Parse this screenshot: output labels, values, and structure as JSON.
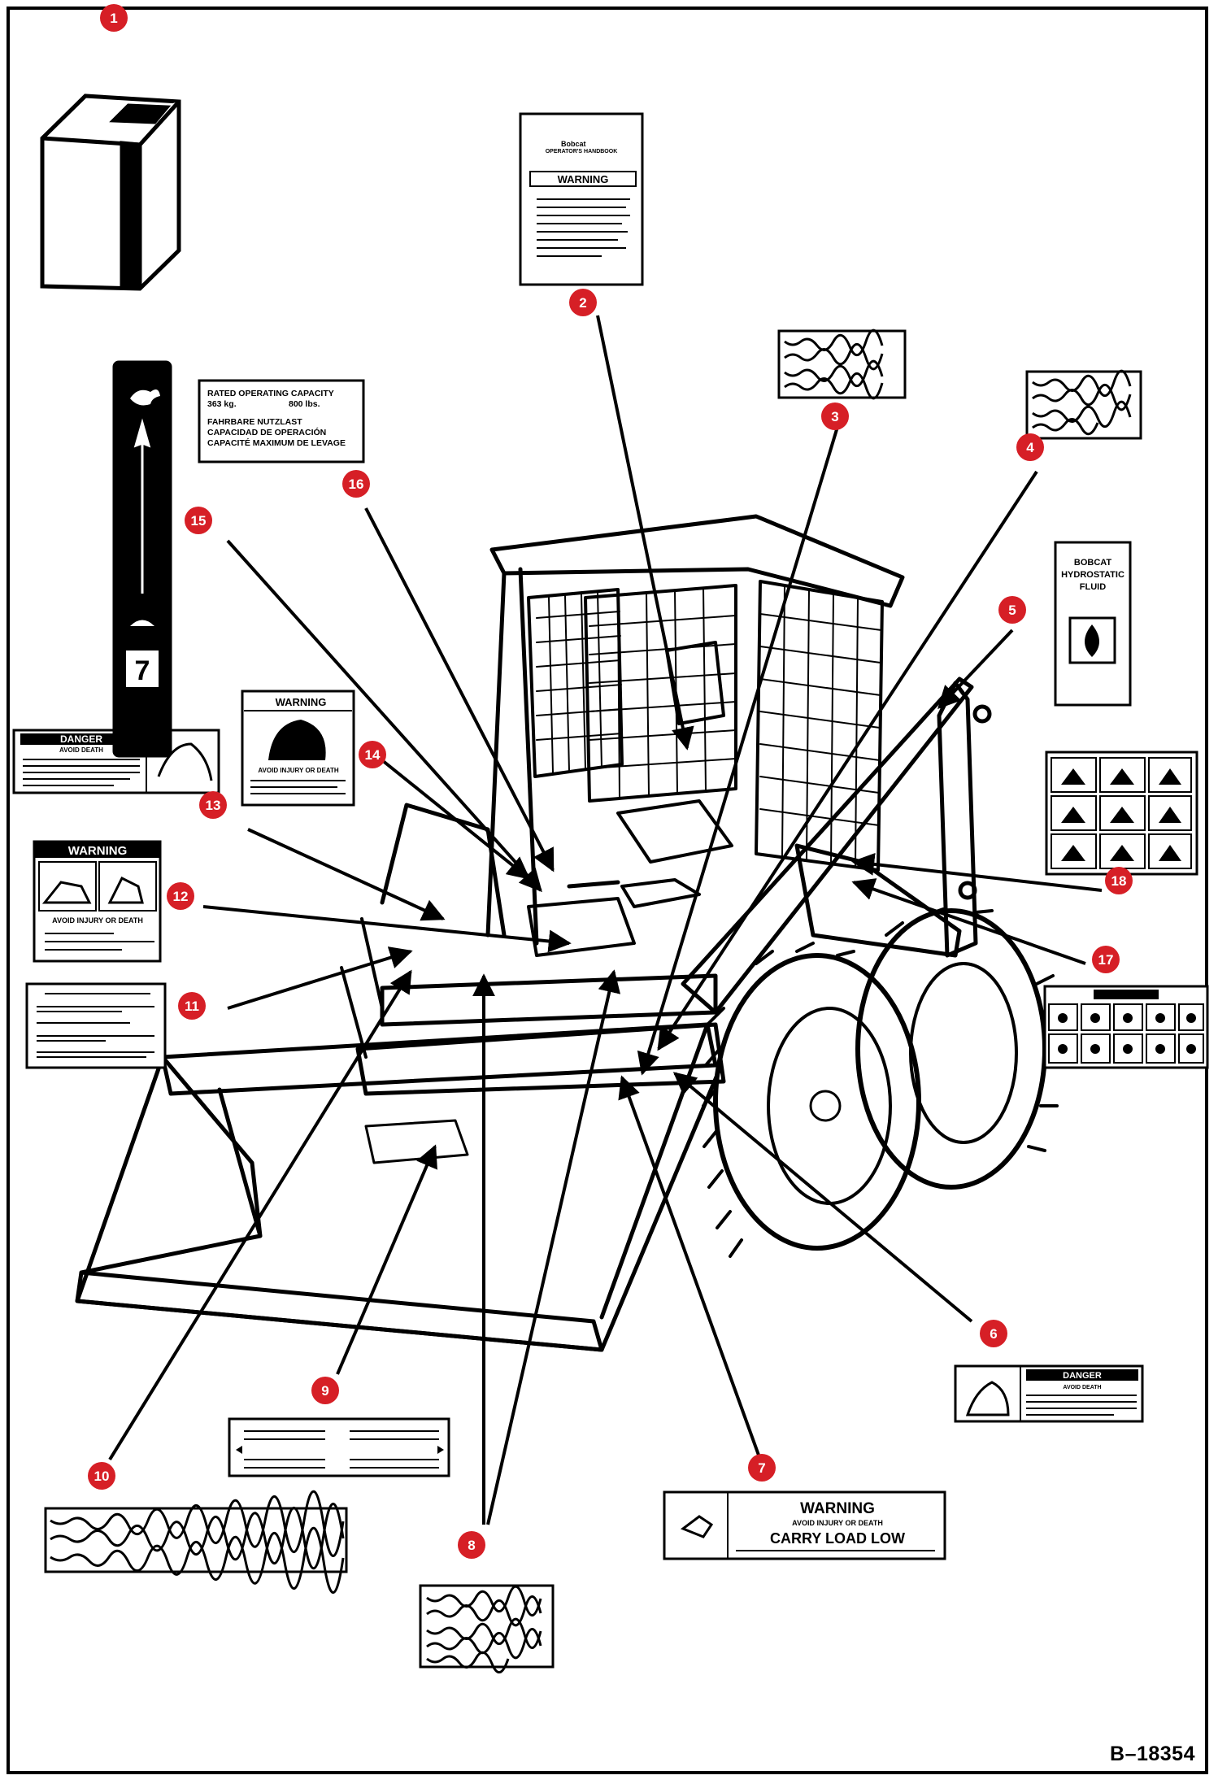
{
  "figure_id": "B–18354",
  "colors": {
    "callout": "#d61f26",
    "line": "#000000"
  },
  "decals": {
    "manual": {
      "brand": "Bobcat",
      "title": "OPERATOR'S HANDBOOK",
      "warning": "WARNING"
    },
    "rated_capacity": {
      "line1": "RATED OPERATING CAPACITY",
      "line2_kg": "363 kg.",
      "line2_lbs": "800 lbs.",
      "line3": "FAHRBARE NUTZLAST",
      "line4": "CAPACIDAD DE OPERACIÓN",
      "line5": "CAPACITÉ MAXIMUM DE LEVAGE"
    },
    "hydrostatic": {
      "line1": "BOBCAT",
      "line2": "HYDROSTATIC",
      "line3": "FLUID"
    },
    "warning_14": {
      "header": "WARNING",
      "sub": "AVOID INJURY OR DEATH"
    },
    "danger_13": {
      "header": "DANGER",
      "sub": "AVOID DEATH"
    },
    "warning_12": {
      "header": "WARNING",
      "sub": "AVOID INJURY OR DEATH"
    },
    "danger_6": {
      "header": "DANGER",
      "sub": "AVOID DEATH"
    },
    "warning_7": {
      "header": "WARNING",
      "sub": "AVOID INJURY OR DEATH",
      "main": "CARRY LOAD LOW"
    },
    "speed_decal": {
      "number": "7"
    }
  },
  "callouts": [
    "1",
    "2",
    "3",
    "4",
    "5",
    "6",
    "7",
    "8",
    "9",
    "10",
    "11",
    "12",
    "13",
    "14",
    "15",
    "16",
    "17",
    "18"
  ]
}
